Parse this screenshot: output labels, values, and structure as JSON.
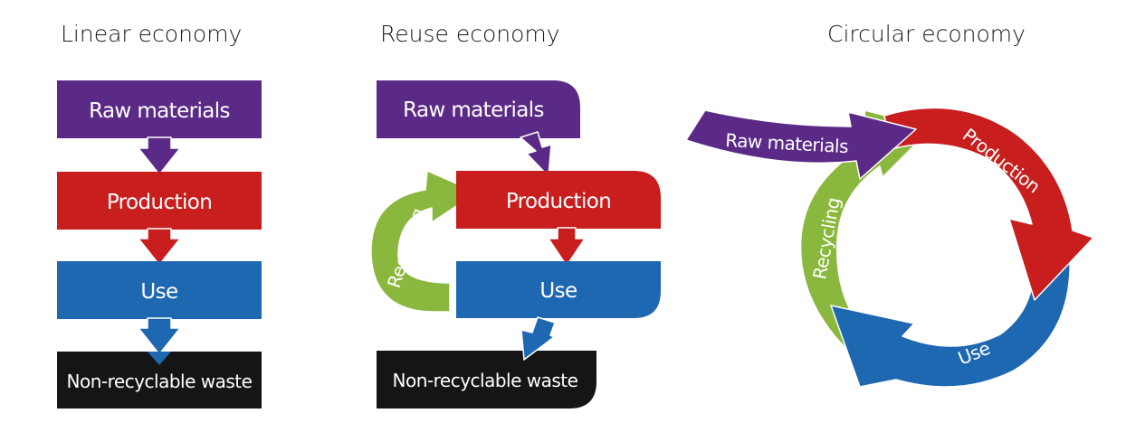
{
  "colors": {
    "raw_materials": "#5b2a86",
    "production": "#c81e1e",
    "use": "#1e68b2",
    "waste": "#151515",
    "recycling": "#8ab83e",
    "text_light": "#ffffff",
    "title": "#1a1a1a"
  },
  "linear": {
    "title": "Linear economy",
    "steps": [
      "Raw materials",
      "Production",
      "Use",
      "Non-recyclable waste"
    ]
  },
  "reuse": {
    "title": "Reuse economy",
    "steps": [
      "Raw materials",
      "Production",
      "Use",
      "Non-recyclable waste"
    ],
    "loop_label": "Recycling"
  },
  "circular": {
    "title": "Circular economy",
    "input_label": "Raw materials",
    "cycle": [
      "Production",
      "Use",
      "Recycling"
    ]
  }
}
